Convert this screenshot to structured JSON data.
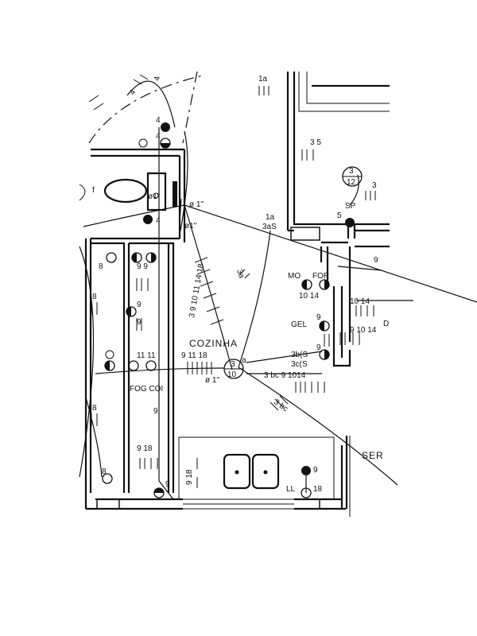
{
  "labels": {
    "room": "COZINHA",
    "area_right": "SER",
    "fog_coi": "FOG COI",
    "mo": "MO",
    "for": "FOR",
    "ger_nums": "10 14",
    "gel": "GEL",
    "pipe_a": "ø 1\"",
    "pipe_b": "ø1\"",
    "pipe_c": "ø1\"",
    "pipe_d": "ø 1\"",
    "f": "f",
    "circ_1a": "1a",
    "circ_1a_3a": "1a",
    "circ_3a_s": "3aS",
    "circ_35": "3 5",
    "circ_3_12_top": "3",
    "circ_3_12_bot": "12",
    "sp": "SP",
    "five": "5",
    "three_r": "3",
    "a_mark": "a",
    "center_top": "3",
    "center_bot": "10",
    "n_9_11_18": "9 11 18",
    "n_11_11": "11  11",
    "n_3bs": "3b(S",
    "n_3cs": "3c(S",
    "n_3bc_91014": "3 bc  9 1014",
    "n_3bc": "3 bc",
    "n_3a": "3a",
    "n_diag": "3 9 10 11  14 18",
    "n_10_14_r": "10 14",
    "n_9_10_14": "9 10 14",
    "n_9_18": "9  18",
    "n_9_18_v": "9 18",
    "n_ll": "LL",
    "n_18": "18",
    "n_9a": "9",
    "n_9b": "9",
    "n_9c": "9",
    "n_9d": "9",
    "n_9e": "9",
    "n_9f": "9",
    "n_9g": "9",
    "n_8a": "8",
    "n_8b": "8",
    "n_8c": "8",
    "n_8d": "8",
    "n_4a": "4",
    "n_4b": "4",
    "n_4c": "4",
    "n_4d": "4",
    "n_4e": "4",
    "n_9_9": "9   9",
    "n_9h": "9",
    "n_d": "D"
  }
}
